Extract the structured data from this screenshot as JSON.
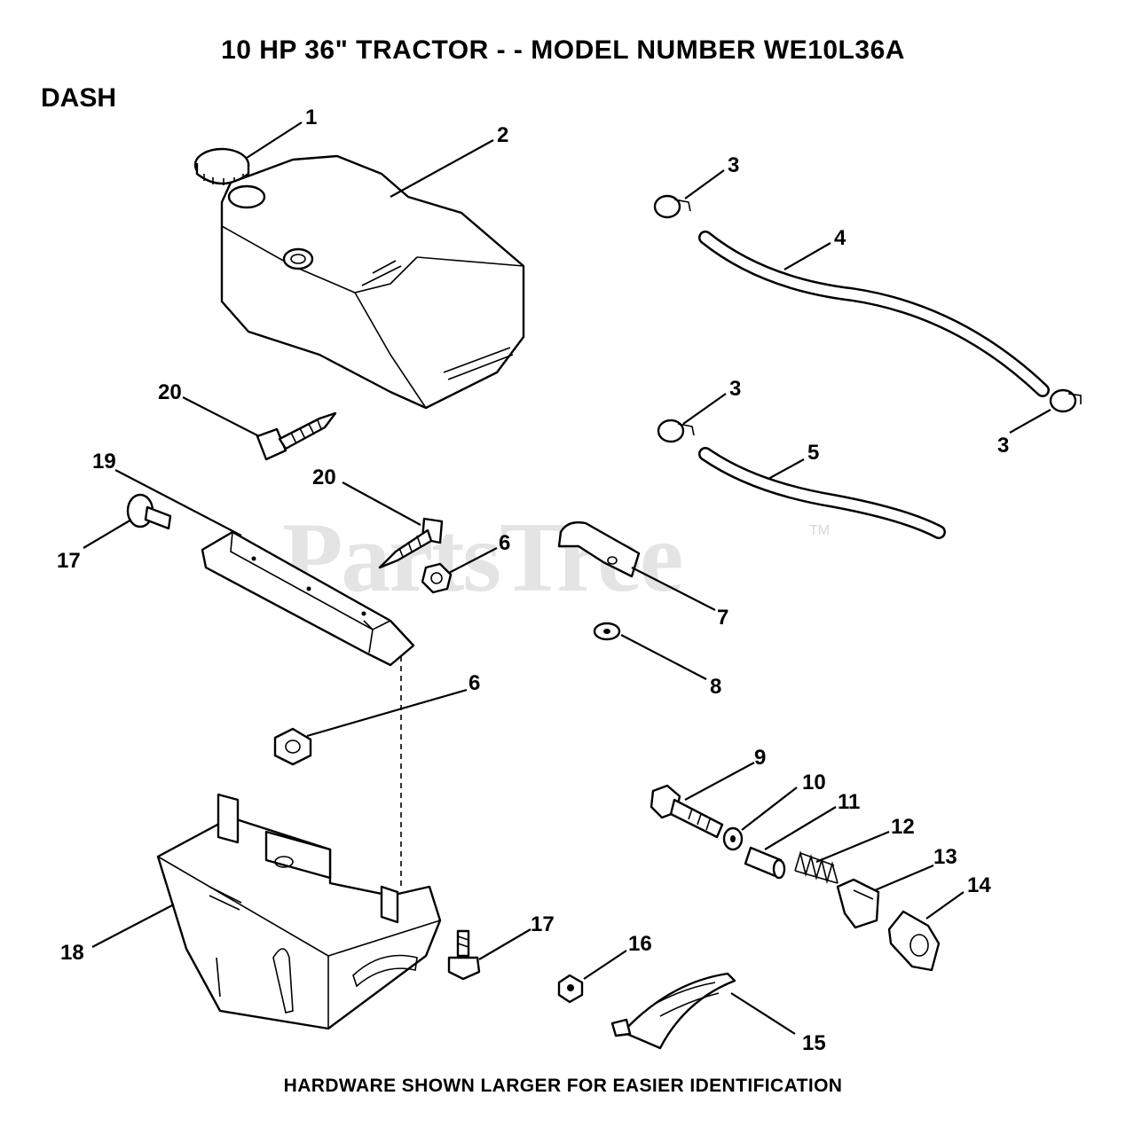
{
  "title": "10 HP 36\" TRACTOR - - MODEL NUMBER WE10L36A",
  "section": "DASH",
  "footer": "HARDWARE SHOWN LARGER FOR EASIER IDENTIFICATION",
  "watermark": "PartsTree",
  "watermark_tm": "TM",
  "callouts": [
    {
      "id": "c1",
      "text": "1"
    },
    {
      "id": "c2",
      "text": "2"
    },
    {
      "id": "c3a",
      "text": "3"
    },
    {
      "id": "c4",
      "text": "4"
    },
    {
      "id": "c3b",
      "text": "3"
    },
    {
      "id": "c3c",
      "text": "3"
    },
    {
      "id": "c5",
      "text": "5"
    },
    {
      "id": "c20a",
      "text": "20"
    },
    {
      "id": "c19",
      "text": "19"
    },
    {
      "id": "c20b",
      "text": "20"
    },
    {
      "id": "c17a",
      "text": "17"
    },
    {
      "id": "c6a",
      "text": "6"
    },
    {
      "id": "c7",
      "text": "7"
    },
    {
      "id": "c8",
      "text": "8"
    },
    {
      "id": "c6b",
      "text": "6"
    },
    {
      "id": "c9",
      "text": "9"
    },
    {
      "id": "c10",
      "text": "10"
    },
    {
      "id": "c11",
      "text": "11"
    },
    {
      "id": "c12",
      "text": "12"
    },
    {
      "id": "c13",
      "text": "13"
    },
    {
      "id": "c14",
      "text": "14"
    },
    {
      "id": "c17b",
      "text": "17"
    },
    {
      "id": "c16",
      "text": "16"
    },
    {
      "id": "c18",
      "text": "18"
    },
    {
      "id": "c15",
      "text": "15"
    }
  ]
}
